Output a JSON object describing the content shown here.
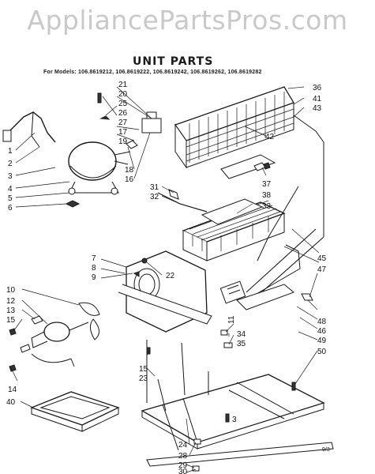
{
  "watermark": "AppliancePartsPros.com",
  "title": "UNIT PARTS",
  "models_line": "For Models: 106.8619212, 106.8619222, 106.8619242, 106.8619262, 106.8619282",
  "corner_mark": "9/3",
  "callouts": {
    "c1": "1",
    "c2": "2",
    "c3": "3",
    "c4": "4",
    "c5": "5",
    "c6": "6",
    "c7": "7",
    "c8": "8",
    "c9": "9",
    "c10": "10",
    "c11": "11",
    "c12": "12",
    "c13": "13",
    "c14": "14",
    "c15": "15",
    "c16": "16",
    "c17": "17",
    "c18": "18",
    "c19": "19",
    "c20": "20",
    "c21": "21",
    "c22": "22",
    "c23": "23",
    "c24": "24",
    "c25": "25",
    "c26": "26",
    "c27": "27",
    "c28": "28",
    "c29": "29",
    "c30": "30",
    "c31": "31",
    "c32": "32",
    "c33": "33",
    "c34": "34",
    "c35": "35",
    "c36": "36",
    "c37": "37",
    "c38": "38",
    "c40": "40",
    "c41": "41",
    "c42": "42",
    "c43": "43",
    "c45": "45",
    "c46": "46",
    "c47": "47",
    "c48": "48",
    "c49": "49",
    "c50": "50",
    "c3b": "3",
    "c15b": "15"
  }
}
